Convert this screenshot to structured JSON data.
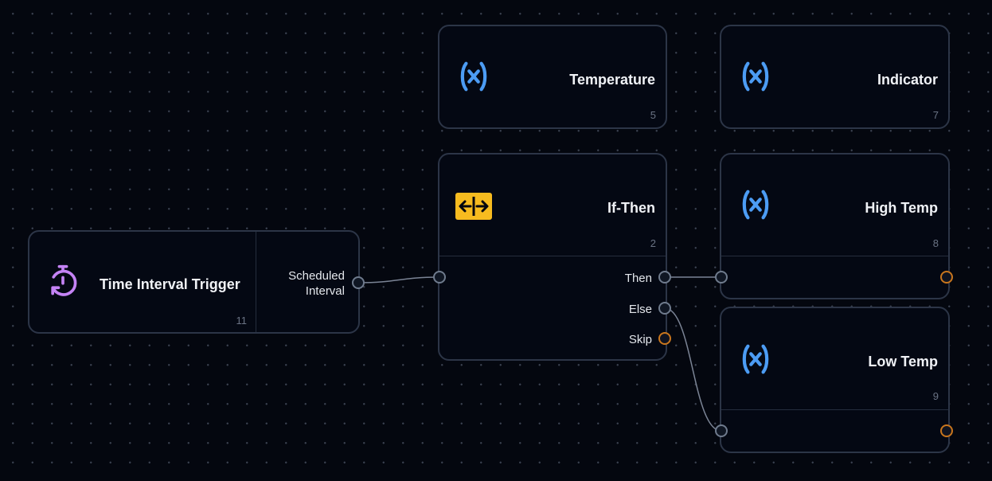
{
  "nodes": {
    "time_interval_trigger": {
      "title": "Time Interval Trigger",
      "id": "11",
      "output_label_line1": "Scheduled",
      "output_label_line2": "Interval",
      "icon": "timer-icon"
    },
    "temperature": {
      "title": "Temperature",
      "id": "5",
      "icon": "variable-icon"
    },
    "indicator": {
      "title": "Indicator",
      "id": "7",
      "icon": "variable-icon"
    },
    "if_then": {
      "title": "If-Then",
      "id": "2",
      "icon": "condition-icon",
      "outputs": {
        "then": "Then",
        "else": "Else",
        "skip": "Skip"
      }
    },
    "high_temp": {
      "title": "High Temp",
      "id": "8",
      "icon": "variable-icon"
    },
    "low_temp": {
      "title": "Low Temp",
      "id": "9",
      "icon": "variable-icon"
    }
  },
  "colors": {
    "background": "#04070f",
    "node_border": "#2c3547",
    "variable_icon": "#4c9cf4",
    "timer_icon": "#c483f5",
    "condition_icon": "#f7bb1f",
    "port_default": "#6f7b8d",
    "port_skip": "#c9761d",
    "wire": "#7b8495"
  },
  "connections": [
    {
      "from": "Time Interval Trigger: Scheduled Interval",
      "to": "If-Then"
    },
    {
      "from": "If-Then: Then",
      "to": "High Temp"
    },
    {
      "from": "If-Then: Else",
      "to": "Low Temp"
    }
  ]
}
